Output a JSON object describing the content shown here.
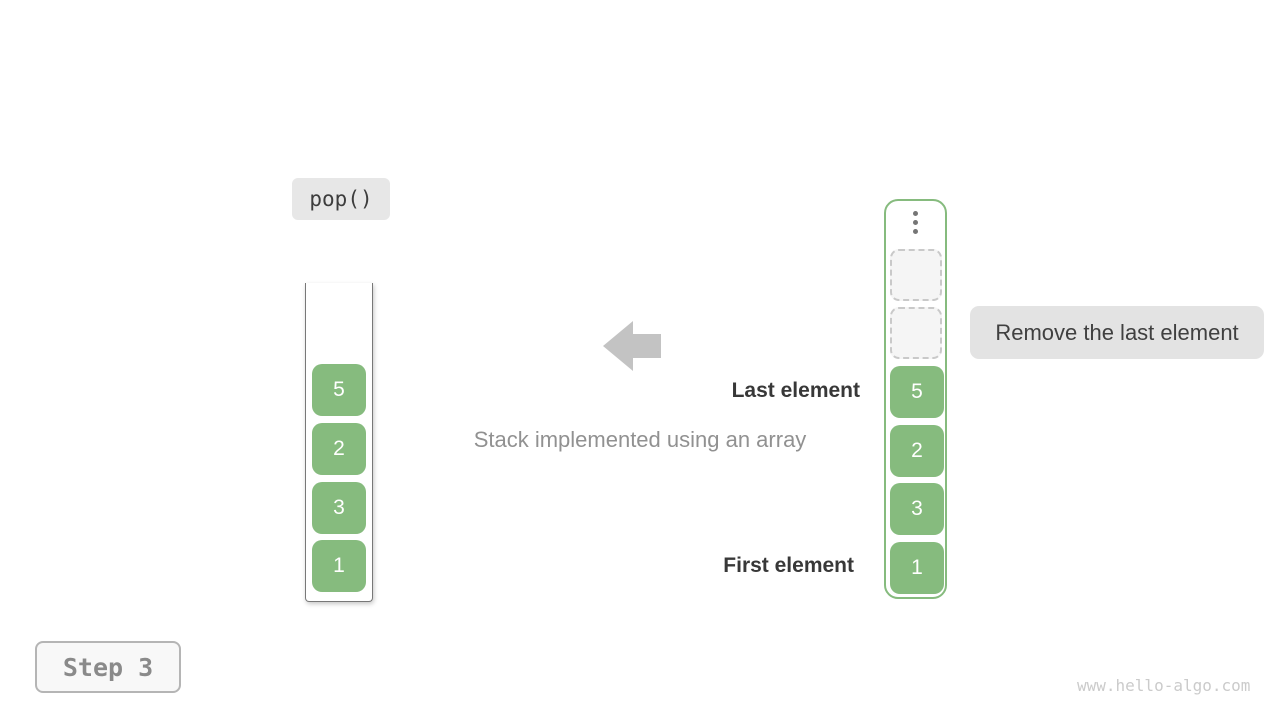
{
  "operation": {
    "label": "pop()"
  },
  "step": {
    "label": "Step 3"
  },
  "caption": "Stack implemented using an array",
  "annotations": {
    "last_element": "Last element",
    "first_element": "First element",
    "remove": "Remove the last element"
  },
  "left_stack": {
    "items": [
      "5",
      "2",
      "3",
      "1"
    ]
  },
  "right_stack": {
    "empty_slot_count": 2,
    "items": [
      "5",
      "2",
      "3",
      "1"
    ]
  },
  "watermark": "www.hello-algo.com",
  "colors": {
    "cell_green": "#86bb7e",
    "arrow_gray": "#c3c3c3",
    "label_bg": "#e7e7e7",
    "remove_bg": "#e3e3e3",
    "dark_text": "#383838",
    "muted_text": "#919191",
    "step_text": "#8a8a8a",
    "watermark_text": "#cbcbcb"
  }
}
